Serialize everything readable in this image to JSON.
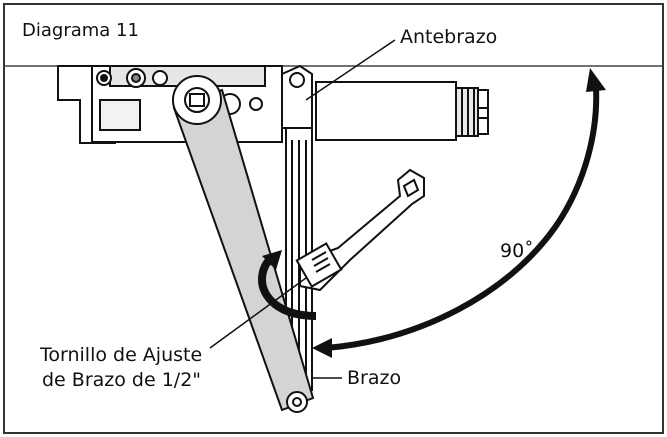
{
  "diagram": {
    "title": "Diagrama 11",
    "labels": {
      "antebrazo": "Antebrazo",
      "angle": "90˚",
      "tornillo_line1": "Tornillo de Ajuste",
      "tornillo_line2": "de Brazo de 1/2\"",
      "brazo": "Brazo"
    },
    "icons": {
      "wrench": "adjustable-wrench-icon",
      "rotation_arrow": "rotation-arrow-icon",
      "swing_arrow": "curved-arrow-icon"
    },
    "colors": {
      "ink": "#111111",
      "border": "#333333",
      "fill_light": "#ffffff",
      "fill_shade": "#dcdcdc"
    }
  }
}
